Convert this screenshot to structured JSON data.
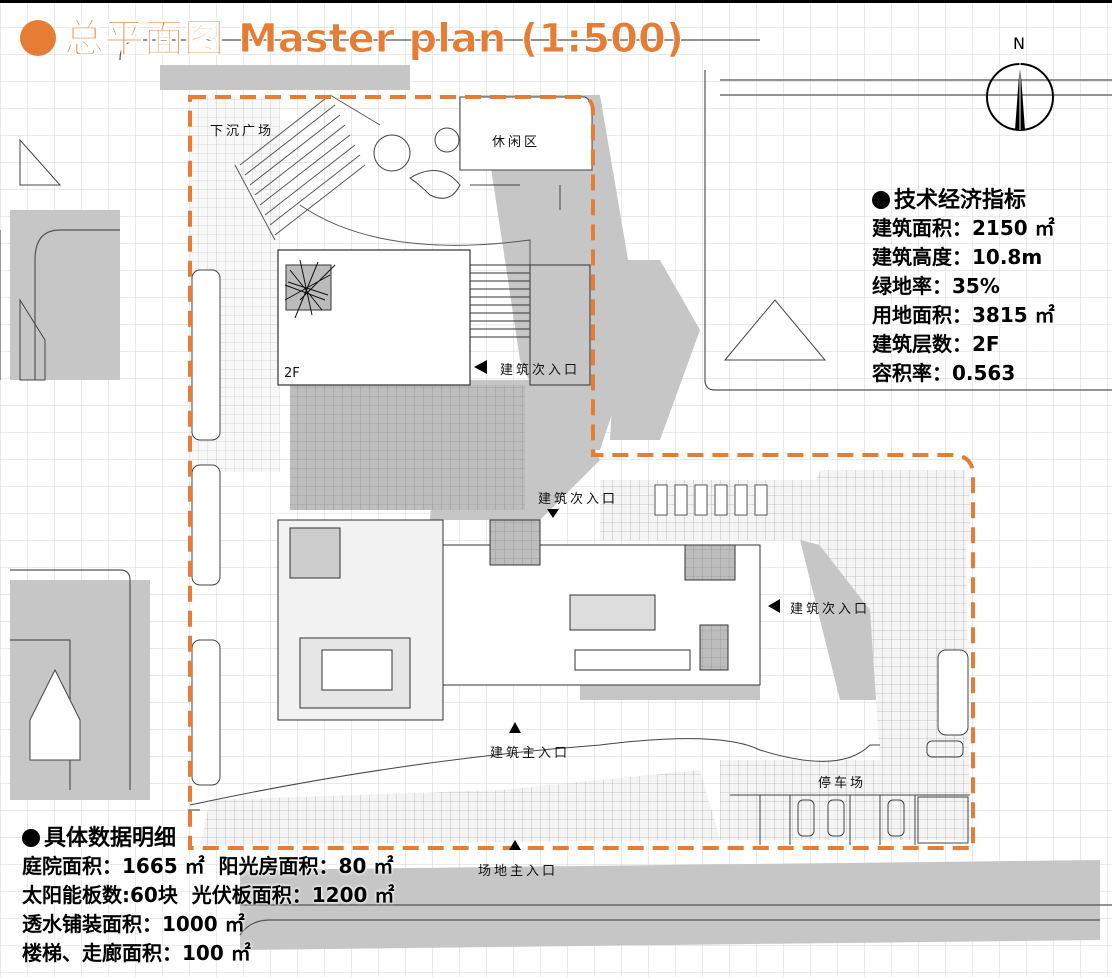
{
  "title": {
    "cn": "总平面图",
    "en": "Master plan (1:500)"
  },
  "colors": {
    "accent": "#E57D35",
    "grid": "#cfcfcf",
    "shadow": "#c4c4c4"
  },
  "compass": {
    "label": "N",
    "icon": "north-arrow-icon"
  },
  "labels": {
    "sunken_plaza": "下沉广场",
    "leisure_area": "休闲区",
    "floor": "2F",
    "secondary_entrance_1": "建筑次入口",
    "secondary_entrance_2": "建筑次入口",
    "secondary_entrance_3": "建筑次入口",
    "main_entrance": "建筑主入口",
    "parking": "停车场",
    "site_main_entrance": "场地主入口"
  },
  "indicators": {
    "heading": "技术经济指标",
    "rows": [
      "建筑面积：2150 ㎡",
      "建筑高度：10.8m",
      "绿地率：35%",
      "用地面积：3815 ㎡",
      "建筑层数：2F",
      "容积率：0.563"
    ]
  },
  "details": {
    "heading": "具体数据明细",
    "rows": [
      "庭院面积：1665 ㎡  阳光房面积：80 ㎡",
      "太阳能板数:60块  光伏板面积：1200 ㎡",
      "透水铺装面积：1000 ㎡",
      "楼梯、走廊面积：100 ㎡"
    ]
  }
}
